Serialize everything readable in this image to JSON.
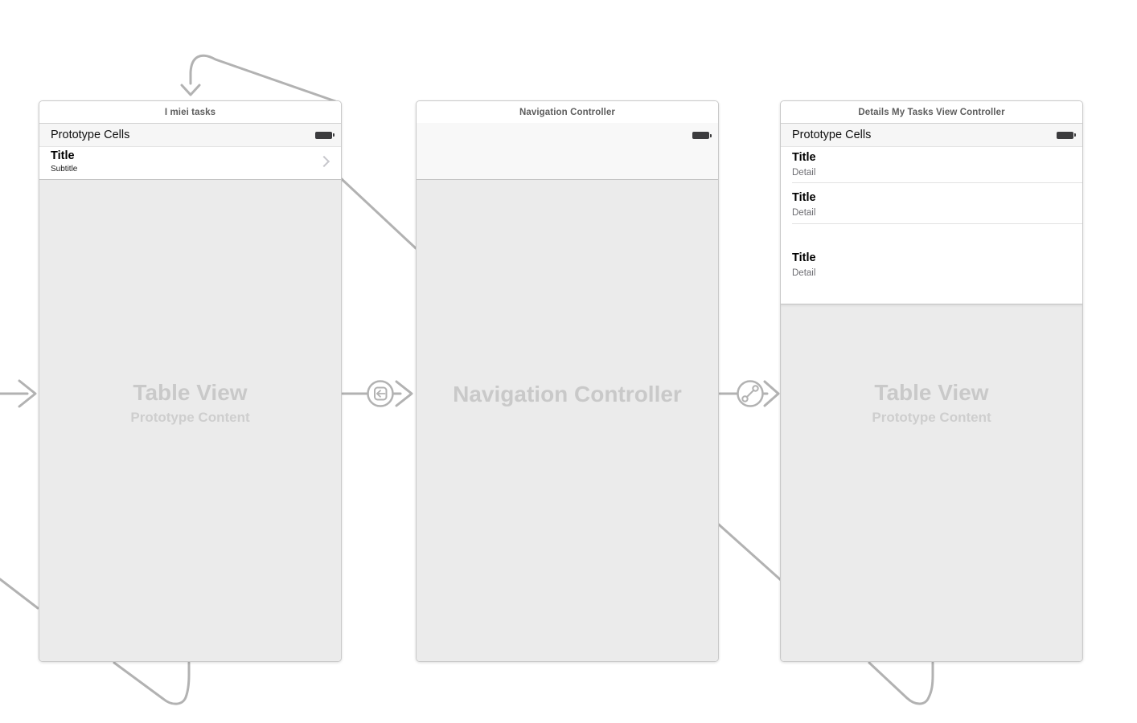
{
  "storyboard": {
    "scenes": [
      {
        "name": "my-tasks-table-view-controller",
        "header_title": "I miei tasks",
        "section_label": "Prototype Cells",
        "cells": [
          {
            "title": "Title",
            "subtitle": "Subtitle",
            "accessory": "disclosure-chevron"
          }
        ],
        "placeholder": {
          "title": "Table View",
          "subtitle": "Prototype Content"
        },
        "status_icon": "battery-icon"
      },
      {
        "name": "navigation-controller",
        "header_title": "Navigation Controller",
        "placeholder": {
          "title": "Navigation Controller"
        },
        "status_icon": "battery-icon"
      },
      {
        "name": "details-my-tasks-view-controller",
        "header_title": "Details My Tasks View Controller",
        "section_label": "Prototype Cells",
        "cells": [
          {
            "title": "Title",
            "detail": "Detail"
          },
          {
            "title": "Title",
            "detail": "Detail"
          },
          {
            "title": "Title",
            "detail": "Detail"
          }
        ],
        "placeholder": {
          "title": "Table View",
          "subtitle": "Prototype Content"
        },
        "status_icon": "battery-icon"
      }
    ],
    "connections": {
      "initial_view_controller_arrow": "initial-view-controller-arrow",
      "segue_1": "show-segue-icon",
      "segue_2": "relationship-segue-icon"
    },
    "colors": {
      "wire": "#b2b2b2",
      "scene_border": "#c9c9c9",
      "table_background": "#ebebeb",
      "section_row_background": "#f6f6f6",
      "placeholder_text": "#c9c9c9",
      "detail_text": "#6d6d72",
      "header_text": "#5d5d5d",
      "battery": "#3c3c3e"
    }
  }
}
